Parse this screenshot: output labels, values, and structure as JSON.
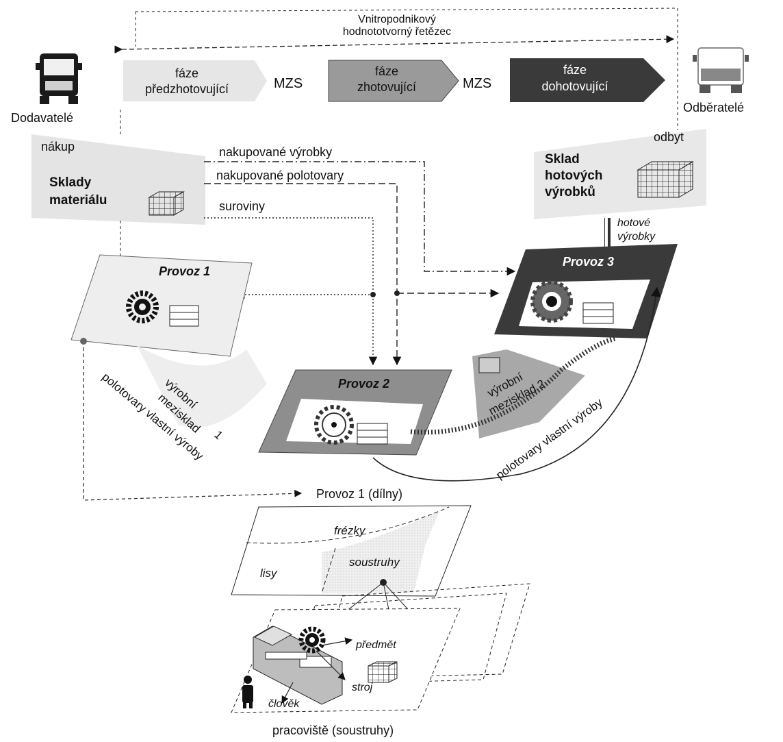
{
  "chain": {
    "line1": "Vnitropodnikový",
    "line2": "hodnototvorný řetězec"
  },
  "actors": {
    "suppliers": "Dodavatelé",
    "customers": "Odběratelé"
  },
  "phases": {
    "pre": [
      "fáze",
      "předzhotovující"
    ],
    "mzs1": "MZS",
    "mid": [
      "fáze",
      "zhotovující"
    ],
    "mzs2": "MZS",
    "post": [
      "fáze",
      "dohotovující"
    ]
  },
  "purchasing": {
    "label": "nákup",
    "warehouse": [
      "Sklady",
      "materiálu"
    ]
  },
  "sales": {
    "label": "odbyt",
    "warehouse": [
      "Sklad",
      "hotových",
      "výrobků"
    ],
    "finished_goods": [
      "hotové",
      "výrobky"
    ]
  },
  "flows": {
    "purchased_products": "nakupované výrobky",
    "purchased_semi": "nakupované polotovary",
    "raw_materials": "suroviny"
  },
  "plants": {
    "p1": "Provoz 1",
    "p2": "Provoz 2",
    "p3": "Provoz 3"
  },
  "buffers": {
    "b1": [
      "výrobní",
      "mezisklad",
      "1"
    ],
    "b2": [
      "výrobní",
      "mezisklad 2"
    ]
  },
  "semi_own": {
    "left": "polotovary vlastní výroby",
    "right": "polotovary vlastní výroby"
  },
  "workshops": {
    "title": "Provoz 1 (dílny)",
    "milling": "frézky",
    "presses": "lisy",
    "lathes": "soustruhy"
  },
  "workplace": {
    "subject": "předmět",
    "machine": "stroj",
    "person": "člověk",
    "title": "pracoviště (soustruhy)"
  },
  "colors": {
    "light_fill": "#e6e6e6",
    "mid_fill": "#9a9a9a",
    "dark_fill": "#3a3a3a",
    "text_light": "#ffffff"
  },
  "icons": [
    "truck-icon",
    "gear-icon",
    "warehouse-grid-icon",
    "stack-icon",
    "lathe-machine-icon",
    "person-icon"
  ]
}
